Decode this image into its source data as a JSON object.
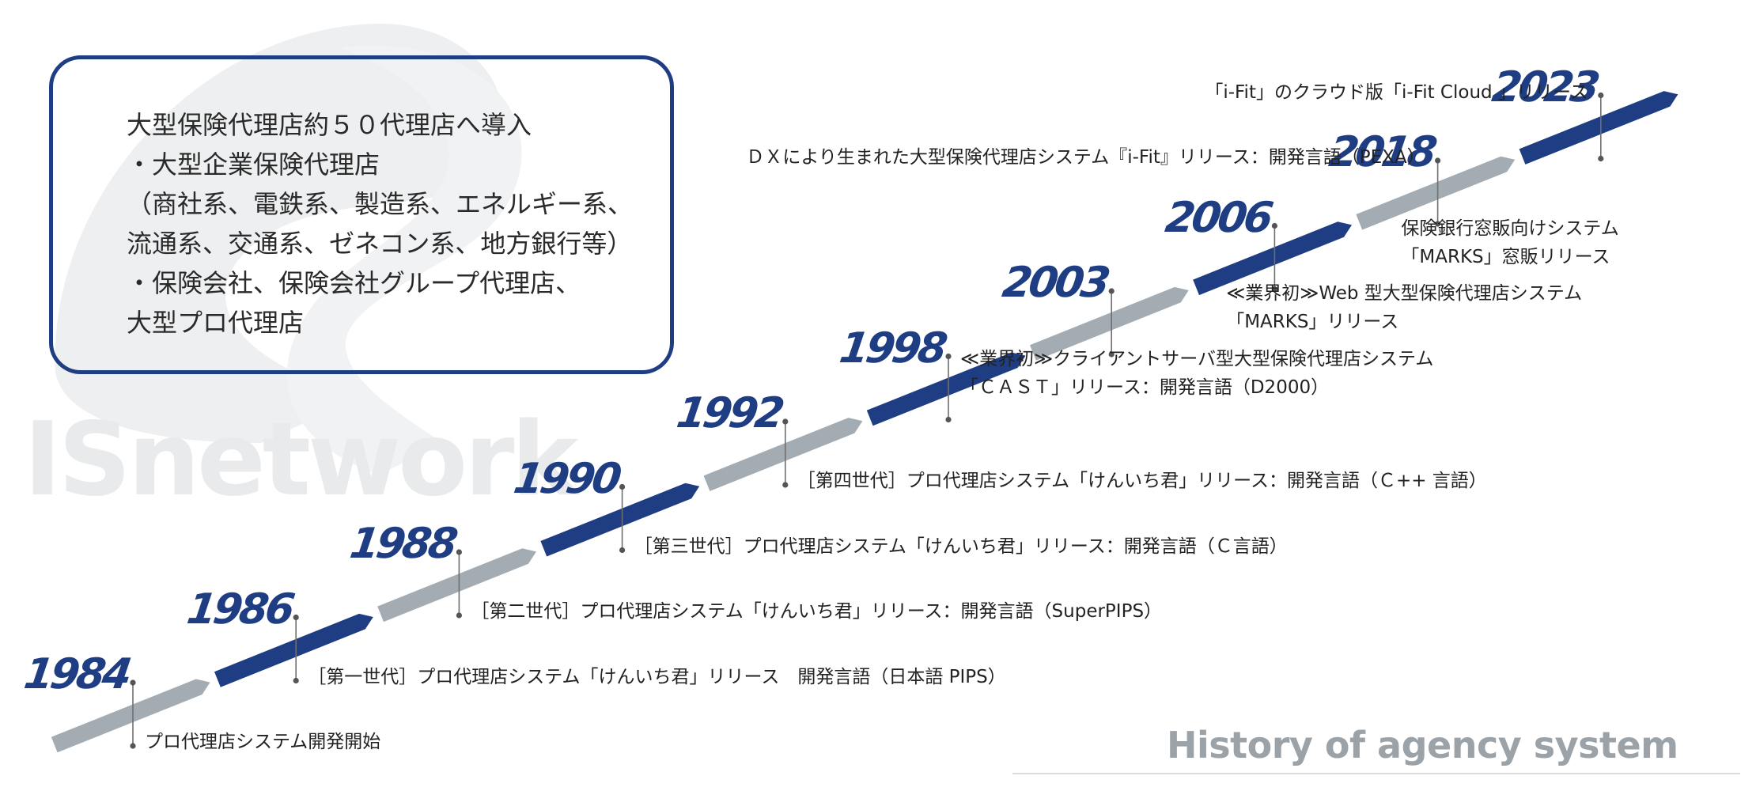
{
  "background": {
    "watermark_text": "ISnetwork"
  },
  "summary_box": {
    "lines": [
      "大型保険代理店約５０代理店へ導入",
      "・大型企業保険代理店",
      "（商社系、電鉄系、製造系、エネルギー系、",
      "流通系、交通系、ゼネコン系、地方銀行等）",
      "・保険会社、保険会社グループ代理店、",
      "大型プロ代理店"
    ]
  },
  "colors": {
    "navy": "#1e3d82",
    "gray": "#a3acb2",
    "connector": "#6f6f6f"
  },
  "timeline": [
    {
      "year": "1984",
      "lines": [
        "プロ代理店システム開発開始"
      ]
    },
    {
      "year": "1986",
      "lines": [
        "［第一世代］プロ代理店システム「けんいち君」リリース　開発言語（日本語 PIPS）"
      ]
    },
    {
      "year": "1988",
      "lines": [
        "［第二世代］プロ代理店システム「けんいち君」リリース：開発言語（SuperPIPS）"
      ]
    },
    {
      "year": "1990",
      "lines": [
        "［第三世代］プロ代理店システム「けんいち君」リリース：開発言語（Ｃ言語）"
      ]
    },
    {
      "year": "1992",
      "lines": [
        "［第四世代］プロ代理店システム「けんいち君」リリース：開発言語（Ｃ++ 言語）"
      ]
    },
    {
      "year": "1998",
      "lines": [
        "≪業界初≫クライアントサーバ型大型保険代理店システム",
        "「ＣＡＳＴ」リリース：開発言語（D2000）"
      ]
    },
    {
      "year": "2003",
      "lines": [
        "≪業界初≫Web 型大型保険代理店システム",
        "「MARKS」リリース"
      ]
    },
    {
      "year": "2006",
      "lines": [
        "保険銀行窓販向けシステム",
        "「MARKS」窓販リリース"
      ]
    },
    {
      "year": "2018",
      "lines": [
        "ＤＸにより生まれた大型保険代理店システム『i-Fit』リリース：開発言語（PEXA）"
      ]
    },
    {
      "year": "2023",
      "lines": [
        "「i-Fit」のクラウド版「i-Fit Cloud 」リリース"
      ]
    }
  ],
  "footer": {
    "title": "History of agency system"
  }
}
